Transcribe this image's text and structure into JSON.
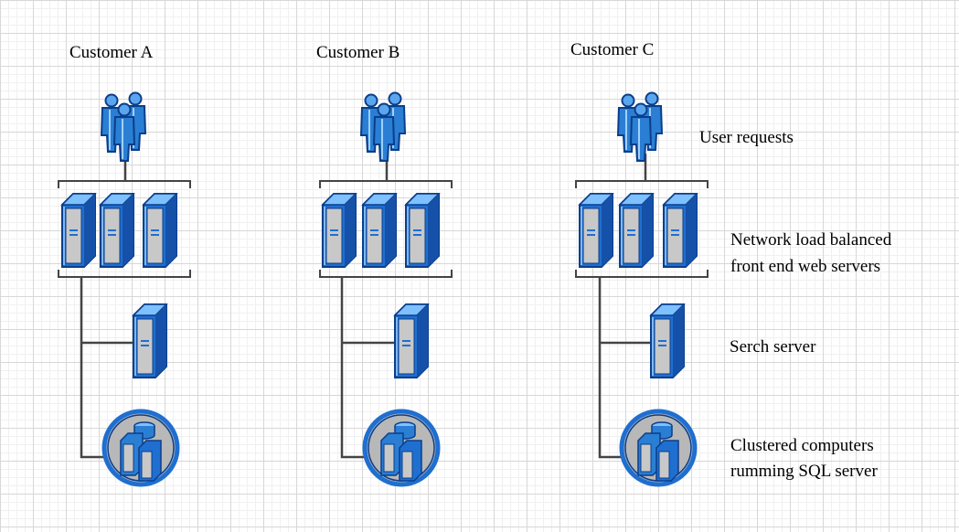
{
  "customers": [
    {
      "name": "Customer A"
    },
    {
      "name": "Customer B"
    },
    {
      "name": "Customer C"
    }
  ],
  "tiers": {
    "user_requests": "User requests",
    "web_servers_line1": "Network load balanced",
    "web_servers_line2": "front end web servers",
    "search_server": "Serch server",
    "sql_line1": "Clustered computers",
    "sql_line2": "rumming SQL server"
  },
  "icons": {
    "users": "users-icon",
    "web_server": "server-icon",
    "search_server": "server-icon",
    "sql_cluster": "database-cluster-icon"
  },
  "colors": {
    "icon_blue": "#2a7fd4",
    "icon_dark": "#0b3e8a",
    "server_gray": "#b8b8b8",
    "connector": "#444444"
  }
}
